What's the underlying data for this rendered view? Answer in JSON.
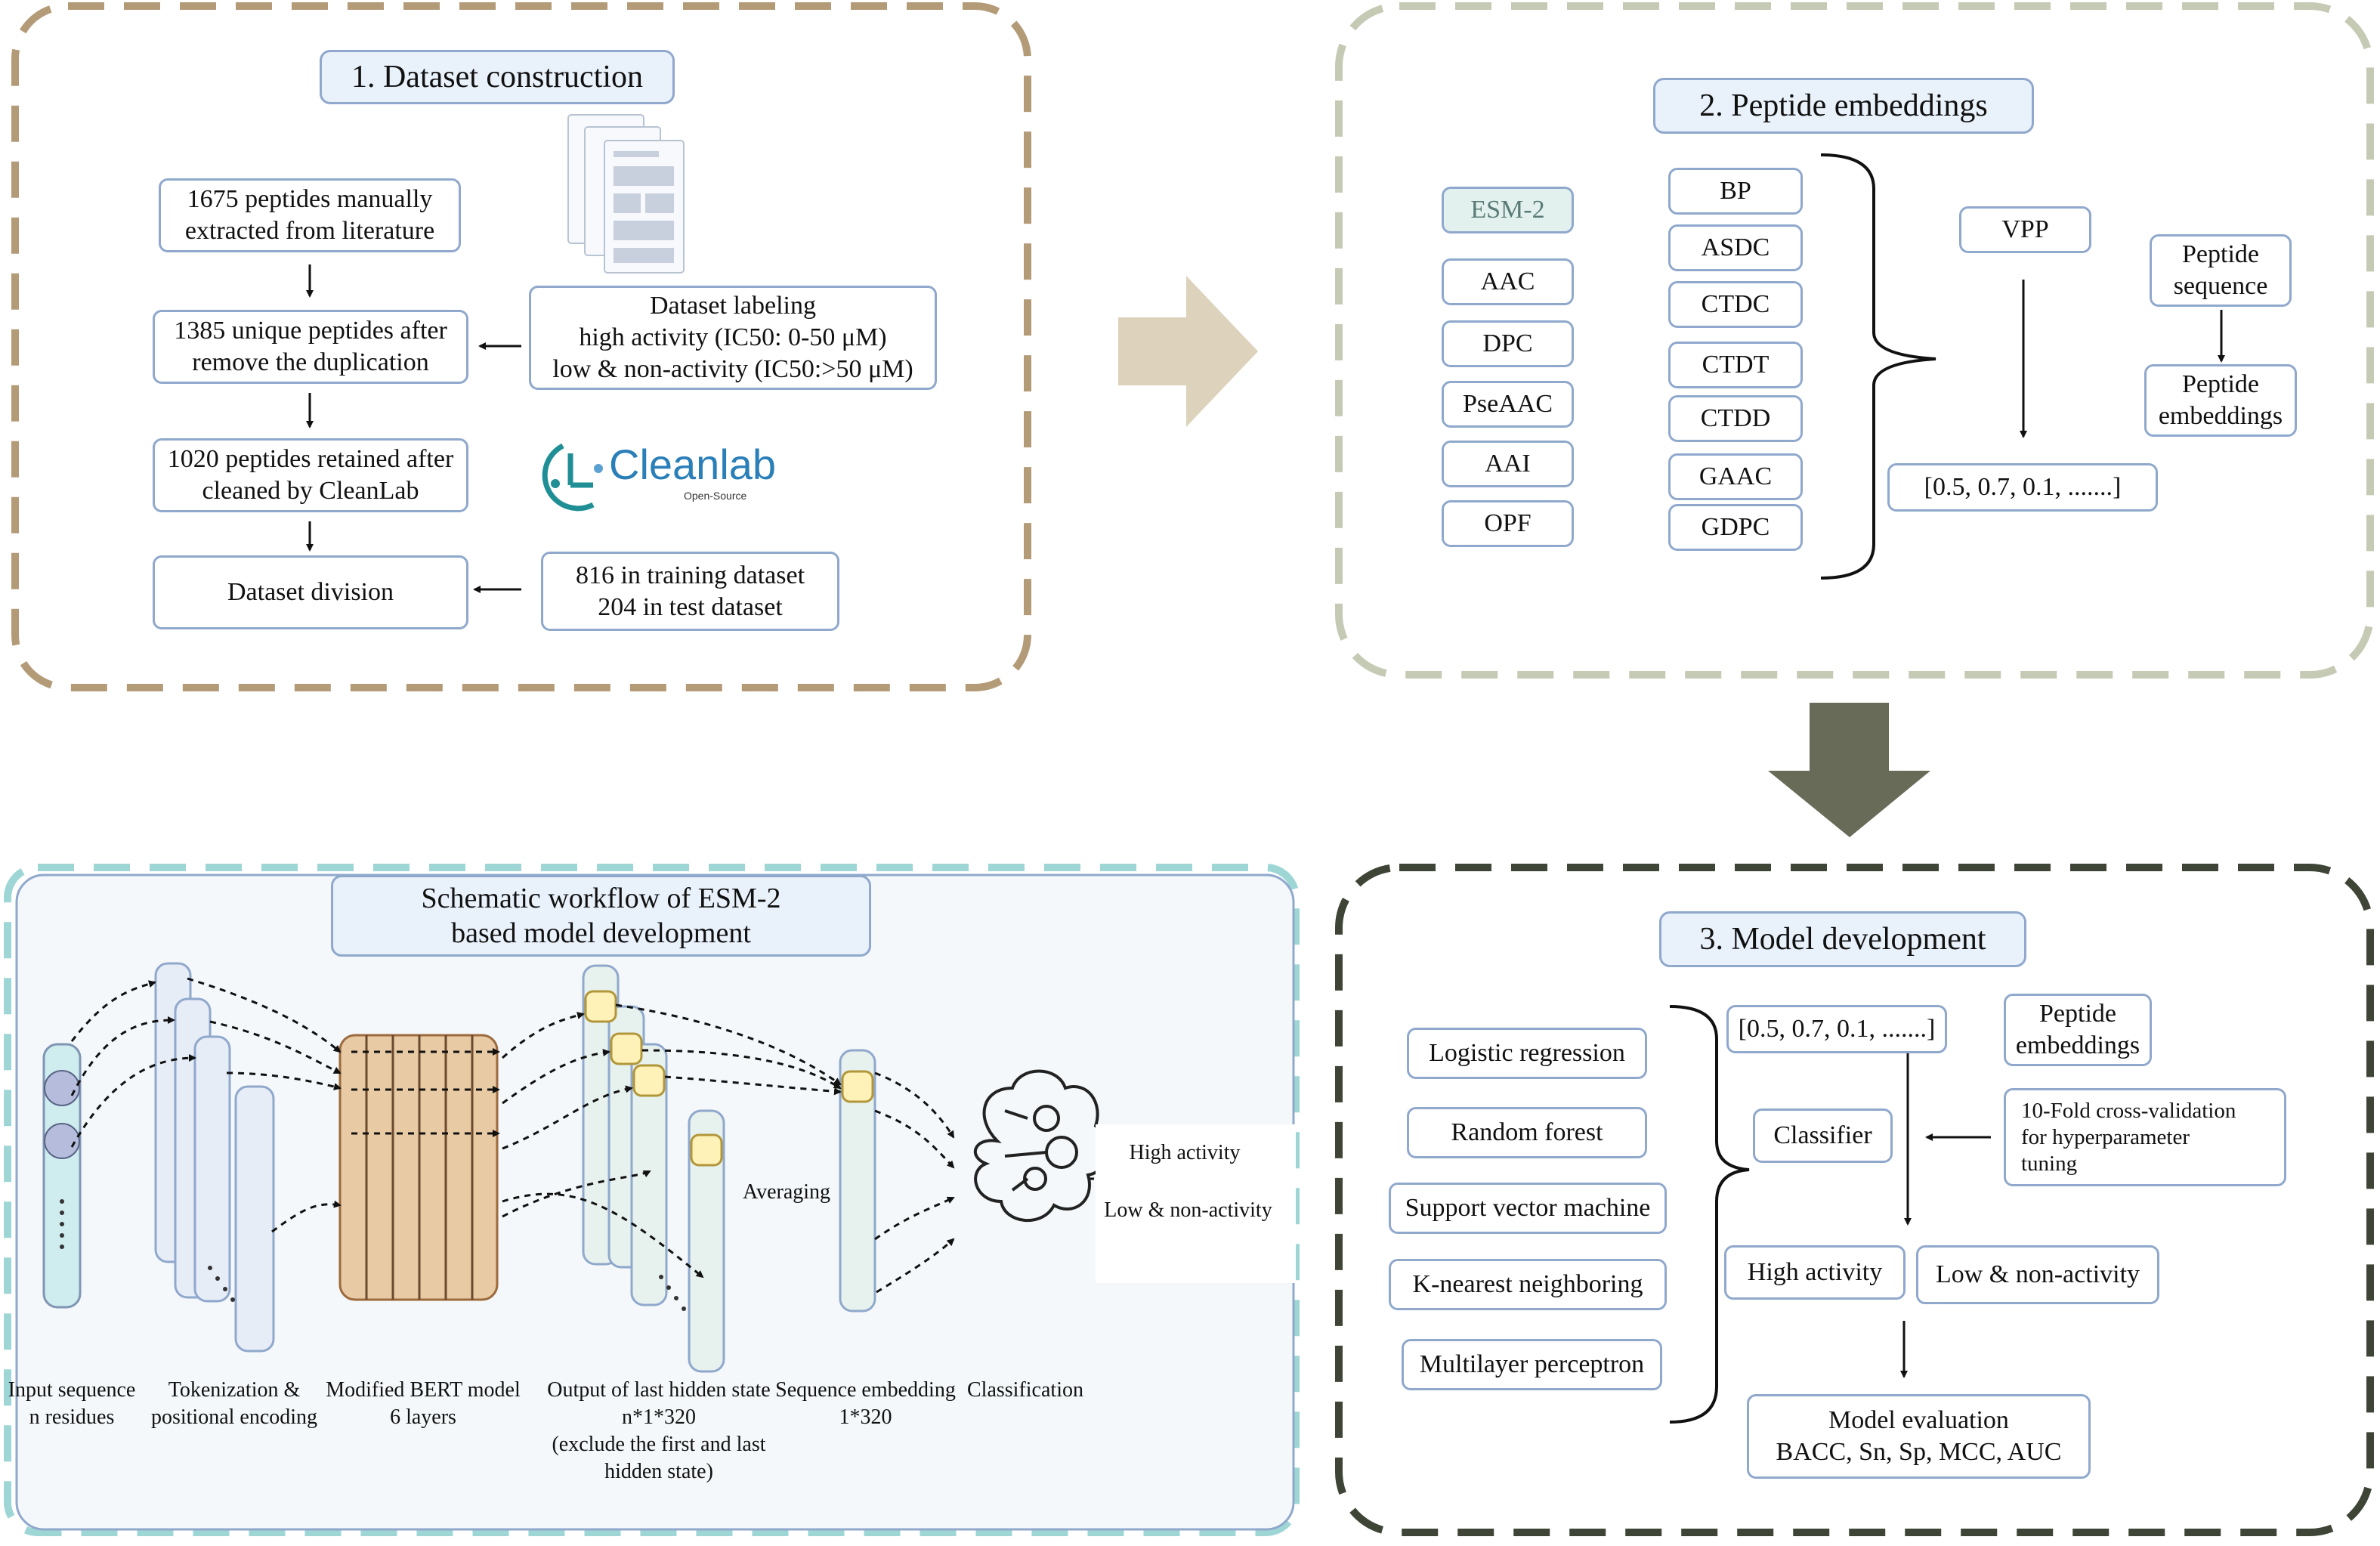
{
  "section1": {
    "title": "1.  Dataset construction",
    "step1": "1675 peptides manually\nextracted from literature",
    "step2": "1385 unique peptides after\nremove the duplication",
    "step3": "1020 peptides retained after\ncleaned by CleanLab",
    "step4": "Dataset division",
    "labeling": "Dataset labeling\nhigh activity (IC50: 0-50 μM)\nlow & non-activity (IC50:>50 μM)",
    "split": "816 in training dataset\n204 in test dataset",
    "cleanlab_logo": "Cleanlab",
    "cleanlab_sub": "Open-Source"
  },
  "section2": {
    "title": "2. Peptide embeddings",
    "left_features": [
      "ESM-2",
      "AAC",
      "DPC",
      "PseAAC",
      "AAI",
      "OPF"
    ],
    "right_features": [
      "BP",
      "ASDC",
      "CTDC",
      "CTDT",
      "CTDD",
      "GAAC",
      "GDPC"
    ],
    "vpp": "VPP",
    "vector": "[0.5, 0.7, 0.1, .......]",
    "peptide_sequence": "Peptide\nsequence",
    "peptide_embeddings": "Peptide\nembeddings"
  },
  "section3": {
    "title": "3. Model development",
    "models": [
      "Logistic regression",
      "Random forest",
      "Support vector machine",
      "K-nearest neighboring",
      "Multilayer perceptron"
    ],
    "vector": "[0.5, 0.7, 0.1, .......]",
    "peptide_embeddings": "Peptide\nembeddings",
    "classifier": "Classifier",
    "cv": "10-Fold cross-validation\nfor hyperparameter\ntuning",
    "high": "High activity",
    "low": "Low & non-activity",
    "evaluation": "Model evaluation\nBACC, Sn, Sp, MCC, AUC"
  },
  "esm": {
    "title": "Schematic workflow of ESM-2\nbased model development",
    "averaging": "Averaging",
    "high": "High activity",
    "low": "Low & non-activity",
    "labels": {
      "input": "Input sequence\nn residues",
      "token": "Tokenization &\npositional encoding",
      "bert": "Modified BERT model\n6 layers",
      "hidden": "Output of last hidden state\nn*1*320\n(exclude the first and last\nhidden state)",
      "seqemb": "Sequence embedding\n1*320",
      "class": "Classification"
    }
  },
  "colors": {
    "sec1_border": "#b49b78",
    "sec2_border": "#c5cab5",
    "sec3_border": "#3e4436",
    "esm_border": "#9ed6d6",
    "esm_bg": "#f4f8fa",
    "arrow_tan": "#ddd2bc",
    "arrow_dark": "#676b58",
    "bert_fill": "#e8caa4",
    "token_cell": "#fff2b8"
  }
}
